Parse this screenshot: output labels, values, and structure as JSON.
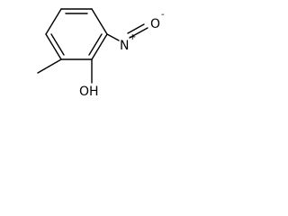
{
  "molecule": {
    "atom_labels": {
      "nitrogen": "N",
      "nitro_oxygen": "O",
      "hydroxyl": "OH"
    },
    "charges": {
      "nitrogen": "+",
      "oxygen": "-"
    },
    "colors": {
      "bond": "#000000",
      "text": "#000000",
      "background": "#ffffff"
    }
  }
}
